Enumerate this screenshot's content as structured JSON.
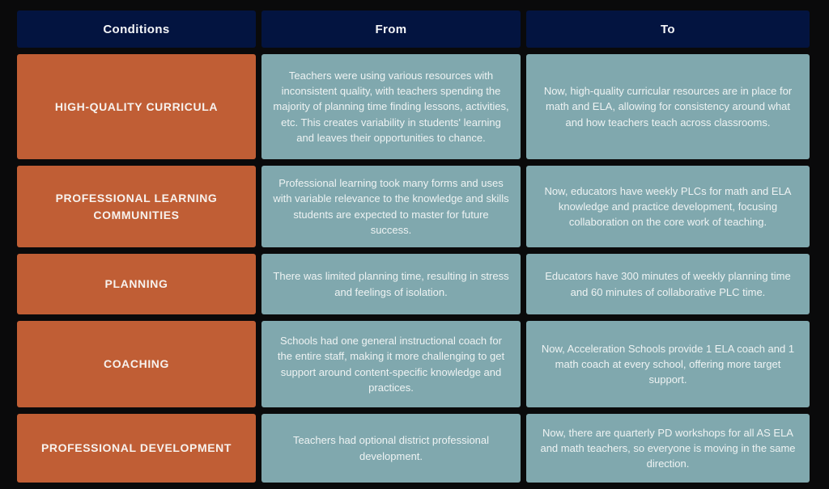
{
  "colors": {
    "background": "#0a0a0b",
    "header_navy": "#031440",
    "condition_orange": "#c05e35",
    "description_teal": "#80a8ae",
    "text_light": "#eef3f3"
  },
  "table": {
    "headers": [
      {
        "label": "Conditions"
      },
      {
        "label": "From"
      },
      {
        "label": "To"
      }
    ],
    "rows": [
      {
        "condition": "HIGH-QUALITY CURRICULA",
        "from": "Teachers were using various resources with inconsistent quality, with teachers spending the majority of planning time finding lessons, activities, etc. This creates variability in students' learning and leaves their opportunities to chance.",
        "to": "Now, high-quality curricular resources are in place for math and ELA, allowing for consistency around what and how teachers teach across classrooms."
      },
      {
        "condition": "PROFESSIONAL LEARNING COMMUNITIES",
        "from": "Professional learning took many forms and uses with variable relevance to the knowledge and skills students are expected to master for future success.",
        "to": "Now, educators have weekly PLCs for math and ELA knowledge and practice development, focusing collaboration on the core work of teaching."
      },
      {
        "condition": "PLANNING",
        "from": "There was limited planning time, resulting in stress and feelings of isolation.",
        "to": "Educators have 300 minutes of weekly planning time and 60 minutes of collaborative PLC time."
      },
      {
        "condition": "COACHING",
        "from": "Schools had one general instructional coach for the entire staff, making it more challenging to get support around content-specific knowledge and practices.",
        "to": "Now, Acceleration Schools provide 1 ELA coach and 1 math coach at every school, offering more target support."
      },
      {
        "condition": "PROFESSIONAL DEVELOPMENT",
        "from": "Teachers had optional district professional development.",
        "to": "Now, there are quarterly PD workshops for all AS ELA and math teachers, so everyone is moving in the same direction."
      }
    ]
  }
}
